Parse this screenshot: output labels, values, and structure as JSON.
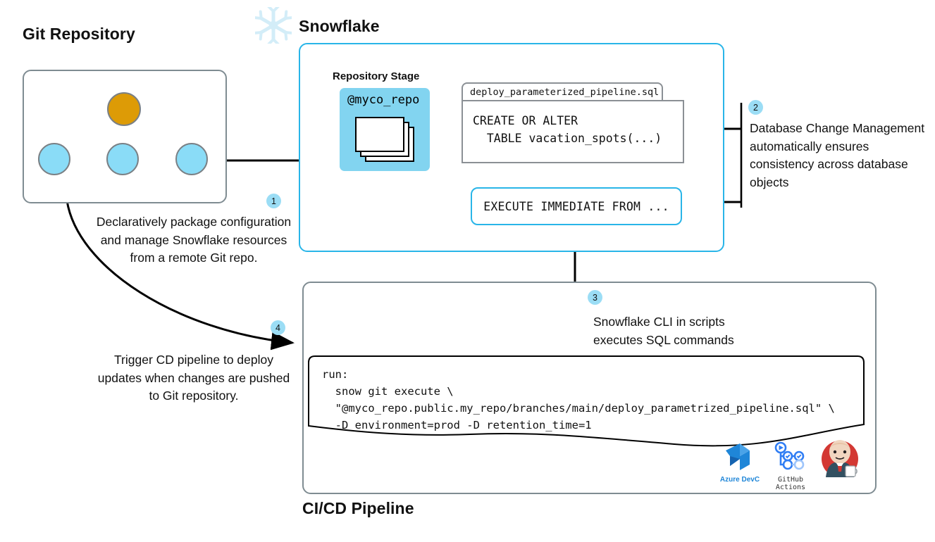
{
  "diagram": {
    "title_snowflake": "Snowflake",
    "title_git": "Git Repository",
    "title_cicd": "CI/CD Pipeline",
    "title_repo_stage": "Repository Stage",
    "accent_blue": "#29B5E8",
    "stage_blue": "#82D4F0",
    "node_blue": "#8ADCF7",
    "node_orange": "#DD9B06",
    "grey_border": "#7f8c92"
  },
  "repo_stage": {
    "stage_name": "@myco_repo"
  },
  "file_card": {
    "filename": "deploy_parameterized_pipeline.sql",
    "code": "CREATE OR ALTER\n  TABLE vacation_spots(...)"
  },
  "execute_box": {
    "label": "EXECUTE IMMEDIATE FROM ..."
  },
  "script_card": {
    "code": "run:\n  snow git execute \\\n  \"@myco_repo.public.my_repo/branches/main/deploy_parametrized_pipeline.sql\" \\\n  -D environment=prod -D retention_time=1"
  },
  "callouts": [
    {
      "number": "1",
      "text": "Declaratively package configuration and manage Snowflake resources from a remote Git repo."
    },
    {
      "number": "2",
      "text": "Database Change Management automatically ensures consistency across database objects"
    },
    {
      "number": "3",
      "text": "Snowflake CLI in scripts executes SQL commands"
    },
    {
      "number": "4",
      "text": "Trigger CD pipeline to deploy updates when changes are pushed to Git repository."
    }
  ],
  "tool_logos": [
    {
      "name": "azure-devops",
      "caption": "Azure DevC"
    },
    {
      "name": "github-actions",
      "caption": "GitHub Actions"
    },
    {
      "name": "jenkins",
      "caption": ""
    }
  ]
}
